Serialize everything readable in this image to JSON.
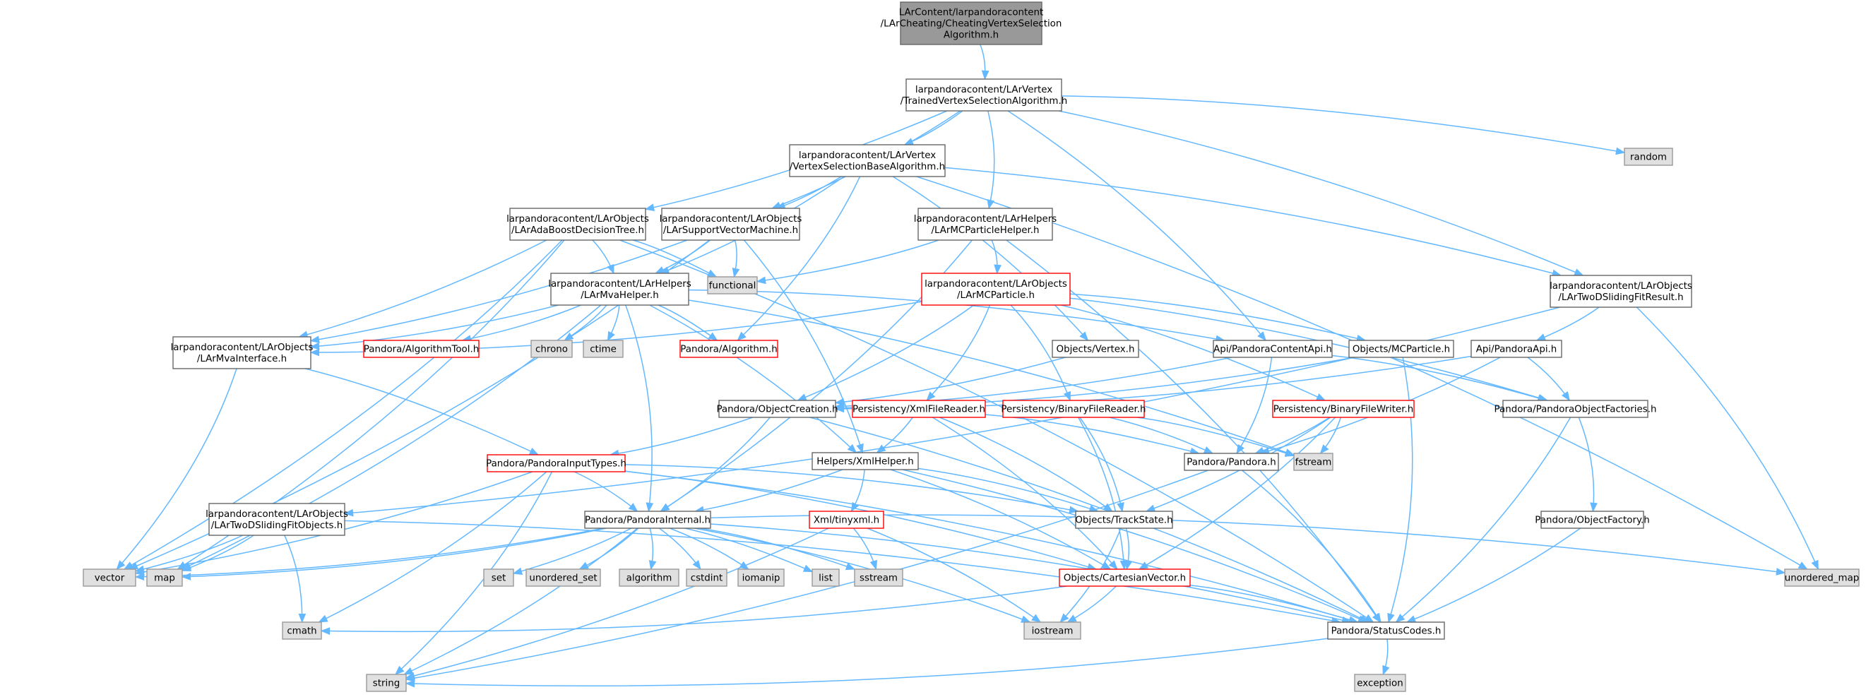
{
  "colors": {
    "root_fill": "#999999",
    "root_stroke": "#666666",
    "node_fill": "#ffffff",
    "node_stroke": "#666666",
    "incomplete_stroke": "#ff0000",
    "external_fill": "#e0e0e0",
    "external_stroke": "#999999",
    "edge": "#63b8ff",
    "text": "#000000"
  },
  "nodes": [
    {
      "id": "root",
      "kind": "root",
      "lines": [
        "LArContent/larpandoracontent",
        "/LArCheating/CheatingVertexSelection",
        "Algorithm.h"
      ]
    },
    {
      "id": "trained",
      "kind": "normal",
      "lines": [
        "larpandoracontent/LArVertex",
        "/TrainedVertexSelectionAlgorithm.h"
      ]
    },
    {
      "id": "random",
      "kind": "external",
      "lines": [
        "random"
      ]
    },
    {
      "id": "vsbase",
      "kind": "normal",
      "lines": [
        "larpandoracontent/LArVertex",
        "/VertexSelectionBaseAlgorithm.h"
      ]
    },
    {
      "id": "adaboost",
      "kind": "normal",
      "lines": [
        "larpandoracontent/LArObjects",
        "/LArAdaBoostDecisionTree.h"
      ]
    },
    {
      "id": "svm",
      "kind": "normal",
      "lines": [
        "larpandoracontent/LArObjects",
        "/LArSupportVectorMachine.h"
      ]
    },
    {
      "id": "mcphelper",
      "kind": "normal",
      "lines": [
        "larpandoracontent/LArHelpers",
        "/LArMCParticleHelper.h"
      ]
    },
    {
      "id": "twodfit",
      "kind": "normal",
      "lines": [
        "larpandoracontent/LArObjects",
        "/LArTwoDSlidingFitResult.h"
      ]
    },
    {
      "id": "functional",
      "kind": "external",
      "lines": [
        "functional"
      ]
    },
    {
      "id": "mvahelper",
      "kind": "normal",
      "lines": [
        "larpandoracontent/LArHelpers",
        "/LArMvaHelper.h"
      ]
    },
    {
      "id": "larmcparticle",
      "kind": "incomplete",
      "lines": [
        "larpandoracontent/LArObjects",
        "/LArMCParticle.h"
      ]
    },
    {
      "id": "mvainterface",
      "kind": "normal",
      "lines": [
        "larpandoracontent/LArObjects",
        "/LArMvaInterface.h"
      ]
    },
    {
      "id": "algtool",
      "kind": "incomplete",
      "lines": [
        "Pandora/AlgorithmTool.h"
      ]
    },
    {
      "id": "chrono",
      "kind": "external",
      "lines": [
        "chrono"
      ]
    },
    {
      "id": "ctime",
      "kind": "external",
      "lines": [
        "ctime"
      ]
    },
    {
      "id": "algorithm_h",
      "kind": "incomplete",
      "lines": [
        "Pandora/Algorithm.h"
      ]
    },
    {
      "id": "objvertex",
      "kind": "normal",
      "lines": [
        "Objects/Vertex.h"
      ]
    },
    {
      "id": "contentapi",
      "kind": "normal",
      "lines": [
        "Api/PandoraContentApi.h"
      ]
    },
    {
      "id": "objmcparticle",
      "kind": "normal",
      "lines": [
        "Objects/MCParticle.h"
      ]
    },
    {
      "id": "pandoraapi",
      "kind": "normal",
      "lines": [
        "Api/PandoraApi.h"
      ]
    },
    {
      "id": "objcreation",
      "kind": "normal",
      "lines": [
        "Pandora/ObjectCreation.h"
      ]
    },
    {
      "id": "xmlreader",
      "kind": "incomplete",
      "lines": [
        "Persistency/XmlFileReader.h"
      ]
    },
    {
      "id": "binreader",
      "kind": "incomplete",
      "lines": [
        "Persistency/BinaryFileReader.h"
      ]
    },
    {
      "id": "binwriter",
      "kind": "incomplete",
      "lines": [
        "Persistency/BinaryFileWriter.h"
      ]
    },
    {
      "id": "objfactories",
      "kind": "normal",
      "lines": [
        "Pandora/PandoraObjectFactories.h"
      ]
    },
    {
      "id": "inputtypes",
      "kind": "incomplete",
      "lines": [
        "Pandora/PandoraInputTypes.h"
      ]
    },
    {
      "id": "xmlhelper",
      "kind": "normal",
      "lines": [
        "Helpers/XmlHelper.h"
      ]
    },
    {
      "id": "pandora_h",
      "kind": "normal",
      "lines": [
        "Pandora/Pandora.h"
      ]
    },
    {
      "id": "fstream",
      "kind": "external",
      "lines": [
        "fstream"
      ]
    },
    {
      "id": "twodfitobj",
      "kind": "normal",
      "lines": [
        "larpandoracontent/LArObjects",
        "/LArTwoDSlidingFitObjects.h"
      ]
    },
    {
      "id": "pinternal",
      "kind": "normal",
      "lines": [
        "Pandora/PandoraInternal.h"
      ]
    },
    {
      "id": "tinyxml",
      "kind": "incomplete",
      "lines": [
        "Xml/tinyxml.h"
      ]
    },
    {
      "id": "trackstate",
      "kind": "normal",
      "lines": [
        "Objects/TrackState.h"
      ]
    },
    {
      "id": "objfactory",
      "kind": "normal",
      "lines": [
        "Pandora/ObjectFactory.h"
      ]
    },
    {
      "id": "vector",
      "kind": "external",
      "lines": [
        "vector"
      ]
    },
    {
      "id": "map",
      "kind": "external",
      "lines": [
        "map"
      ]
    },
    {
      "id": "set",
      "kind": "external",
      "lines": [
        "set"
      ]
    },
    {
      "id": "unordered_set",
      "kind": "external",
      "lines": [
        "unordered_set"
      ]
    },
    {
      "id": "algorithm",
      "kind": "external",
      "lines": [
        "algorithm"
      ]
    },
    {
      "id": "cstdint",
      "kind": "external",
      "lines": [
        "cstdint"
      ]
    },
    {
      "id": "iomanip",
      "kind": "external",
      "lines": [
        "iomanip"
      ]
    },
    {
      "id": "list",
      "kind": "external",
      "lines": [
        "list"
      ]
    },
    {
      "id": "sstream",
      "kind": "external",
      "lines": [
        "sstream"
      ]
    },
    {
      "id": "cartvector",
      "kind": "incomplete",
      "lines": [
        "Objects/CartesianVector.h"
      ]
    },
    {
      "id": "unordered_map",
      "kind": "external",
      "lines": [
        "unordered_map"
      ]
    },
    {
      "id": "cmath",
      "kind": "external",
      "lines": [
        "cmath"
      ]
    },
    {
      "id": "iostream",
      "kind": "external",
      "lines": [
        "iostream"
      ]
    },
    {
      "id": "statuscodes",
      "kind": "normal",
      "lines": [
        "Pandora/StatusCodes.h"
      ]
    },
    {
      "id": "string",
      "kind": "external",
      "lines": [
        "string"
      ]
    },
    {
      "id": "exception",
      "kind": "external",
      "lines": [
        "exception"
      ]
    }
  ],
  "edges": [
    [
      "root",
      "trained"
    ],
    [
      "trained",
      "random"
    ],
    [
      "trained",
      "vsbase"
    ],
    [
      "trained",
      "adaboost"
    ],
    [
      "trained",
      "svm"
    ],
    [
      "trained",
      "mcphelper"
    ],
    [
      "trained",
      "twodfit"
    ],
    [
      "trained",
      "contentapi"
    ],
    [
      "vsbase",
      "svm"
    ],
    [
      "vsbase",
      "mvahelper"
    ],
    [
      "vsbase",
      "algorithm_h"
    ],
    [
      "vsbase",
      "objvertex"
    ],
    [
      "vsbase",
      "twodfit"
    ],
    [
      "vsbase",
      "unordered_map"
    ],
    [
      "adaboost",
      "mvahelper"
    ],
    [
      "adaboost",
      "mvainterface"
    ],
    [
      "adaboost",
      "functional"
    ],
    [
      "adaboost",
      "vector"
    ],
    [
      "adaboost",
      "map"
    ],
    [
      "adaboost",
      "statuscodes"
    ],
    [
      "svm",
      "mvahelper"
    ],
    [
      "svm",
      "mvainterface"
    ],
    [
      "svm",
      "functional"
    ],
    [
      "svm",
      "vector"
    ],
    [
      "svm",
      "xmlhelper"
    ],
    [
      "mcphelper",
      "larmcparticle"
    ],
    [
      "mcphelper",
      "functional"
    ],
    [
      "mcphelper",
      "pinternal"
    ],
    [
      "mcphelper",
      "statuscodes"
    ],
    [
      "twodfit",
      "pandoraapi"
    ],
    [
      "twodfit",
      "twodfitobj"
    ],
    [
      "twodfit",
      "unordered_map"
    ],
    [
      "mvahelper",
      "mvainterface"
    ],
    [
      "mvahelper",
      "algtool"
    ],
    [
      "mvahelper",
      "chrono"
    ],
    [
      "mvahelper",
      "ctime"
    ],
    [
      "mvahelper",
      "algorithm_h"
    ],
    [
      "mvahelper",
      "contentapi"
    ],
    [
      "mvahelper",
      "pinternal"
    ],
    [
      "mvahelper",
      "xmlhelper"
    ],
    [
      "mvahelper",
      "fstream"
    ],
    [
      "mvahelper",
      "map"
    ],
    [
      "larmcparticle",
      "objmcparticle"
    ],
    [
      "larmcparticle",
      "objcreation"
    ],
    [
      "larmcparticle",
      "xmlreader"
    ],
    [
      "larmcparticle",
      "binreader"
    ],
    [
      "larmcparticle",
      "binwriter"
    ],
    [
      "larmcparticle",
      "objfactories"
    ],
    [
      "larmcparticle",
      "mvainterface"
    ],
    [
      "mvainterface",
      "inputtypes"
    ],
    [
      "mvainterface",
      "vector"
    ],
    [
      "objvertex",
      "objcreation"
    ],
    [
      "contentapi",
      "objcreation"
    ],
    [
      "contentapi",
      "pandora_h"
    ],
    [
      "contentapi",
      "objfactories"
    ],
    [
      "objmcparticle",
      "objcreation"
    ],
    [
      "objmcparticle",
      "statuscodes"
    ],
    [
      "pandoraapi",
      "objcreation"
    ],
    [
      "pandoraapi",
      "objfactories"
    ],
    [
      "pandoraapi",
      "pandora_h"
    ],
    [
      "objcreation",
      "inputtypes"
    ],
    [
      "objcreation",
      "pinternal"
    ],
    [
      "objcreation",
      "statuscodes"
    ],
    [
      "xmlreader",
      "xmlhelper"
    ],
    [
      "xmlreader",
      "pandora_h"
    ],
    [
      "xmlreader",
      "trackstate"
    ],
    [
      "xmlreader",
      "cartvector"
    ],
    [
      "binreader",
      "pandora_h"
    ],
    [
      "binreader",
      "trackstate"
    ],
    [
      "binreader",
      "cartvector"
    ],
    [
      "binreader",
      "fstream"
    ],
    [
      "binwriter",
      "pandora_h"
    ],
    [
      "binwriter",
      "fstream"
    ],
    [
      "binwriter",
      "trackstate"
    ],
    [
      "binwriter",
      "cartvector"
    ],
    [
      "objfactories",
      "objfactory"
    ],
    [
      "objfactories",
      "statuscodes"
    ],
    [
      "inputtypes",
      "pinternal"
    ],
    [
      "inputtypes",
      "trackstate"
    ],
    [
      "inputtypes",
      "cartvector"
    ],
    [
      "inputtypes",
      "statuscodes"
    ],
    [
      "inputtypes",
      "vector"
    ],
    [
      "inputtypes",
      "cmath"
    ],
    [
      "inputtypes",
      "string"
    ],
    [
      "xmlhelper",
      "tinyxml"
    ],
    [
      "xmlhelper",
      "pinternal"
    ],
    [
      "xmlhelper",
      "trackstate"
    ],
    [
      "xmlhelper",
      "cartvector"
    ],
    [
      "xmlhelper",
      "statuscodes"
    ],
    [
      "pandora_h",
      "statuscodes"
    ],
    [
      "pandora_h",
      "string"
    ],
    [
      "twodfitobj",
      "vector"
    ],
    [
      "twodfitobj",
      "map"
    ],
    [
      "twodfitobj",
      "cmath"
    ],
    [
      "twodfitobj",
      "statuscodes"
    ],
    [
      "pinternal",
      "vector"
    ],
    [
      "pinternal",
      "map"
    ],
    [
      "pinternal",
      "set"
    ],
    [
      "pinternal",
      "unordered_set"
    ],
    [
      "pinternal",
      "algorithm"
    ],
    [
      "pinternal",
      "cstdint"
    ],
    [
      "pinternal",
      "iomanip"
    ],
    [
      "pinternal",
      "list"
    ],
    [
      "pinternal",
      "sstream"
    ],
    [
      "pinternal",
      "unordered_map"
    ],
    [
      "pinternal",
      "string"
    ],
    [
      "pinternal",
      "iostream"
    ],
    [
      "pinternal",
      "statuscodes"
    ],
    [
      "tinyxml",
      "sstream"
    ],
    [
      "tinyxml",
      "iostream"
    ],
    [
      "tinyxml",
      "string"
    ],
    [
      "trackstate",
      "cartvector"
    ],
    [
      "trackstate",
      "iostream"
    ],
    [
      "cartvector",
      "cmath"
    ],
    [
      "cartvector",
      "iostream"
    ],
    [
      "cartvector",
      "statuscodes"
    ],
    [
      "objfactory",
      "statuscodes"
    ],
    [
      "statuscodes",
      "string"
    ],
    [
      "statuscodes",
      "exception"
    ]
  ]
}
